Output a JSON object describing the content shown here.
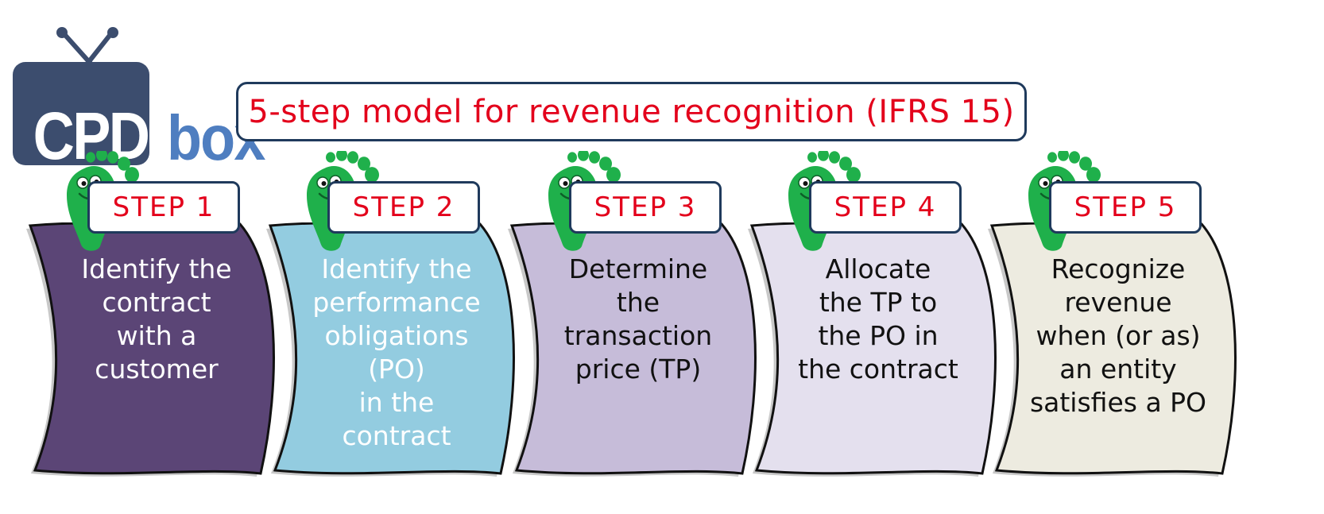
{
  "logo": {
    "part1": "CPD",
    "part2": "box"
  },
  "title": "5-step model for revenue recognition (IFRS 15)",
  "colors": {
    "title_red": "#e3001b",
    "outline_navy": "#1f3a5c",
    "logo_navy": "#3c4d6e",
    "logo_blue": "#4f7ec0",
    "foot_green": "#1fb04b"
  },
  "steps": [
    {
      "label": "STEP 1",
      "text": "Identify the\ncontract\nwith a\ncustomer",
      "fill": "#5b4576",
      "text_color": "#ffffff"
    },
    {
      "label": "STEP 2",
      "text": "Identify the\nperformance\nobligations\n(PO)\nin the\ncontract",
      "fill": "#93cce0",
      "text_color": "#ffffff"
    },
    {
      "label": "STEP 3",
      "text": "Determine\nthe\ntransaction\nprice (TP)",
      "fill": "#c6bcd9",
      "text_color": "#111111"
    },
    {
      "label": "STEP 4",
      "text": "Allocate\nthe TP to\nthe PO in\nthe contract",
      "fill": "#e4e0ee",
      "text_color": "#111111"
    },
    {
      "label": "STEP 5",
      "text": "Recognize\nrevenue\nwhen (or as)\nan entity\nsatisfies a PO",
      "fill": "#edebe0",
      "text_color": "#111111"
    }
  ]
}
